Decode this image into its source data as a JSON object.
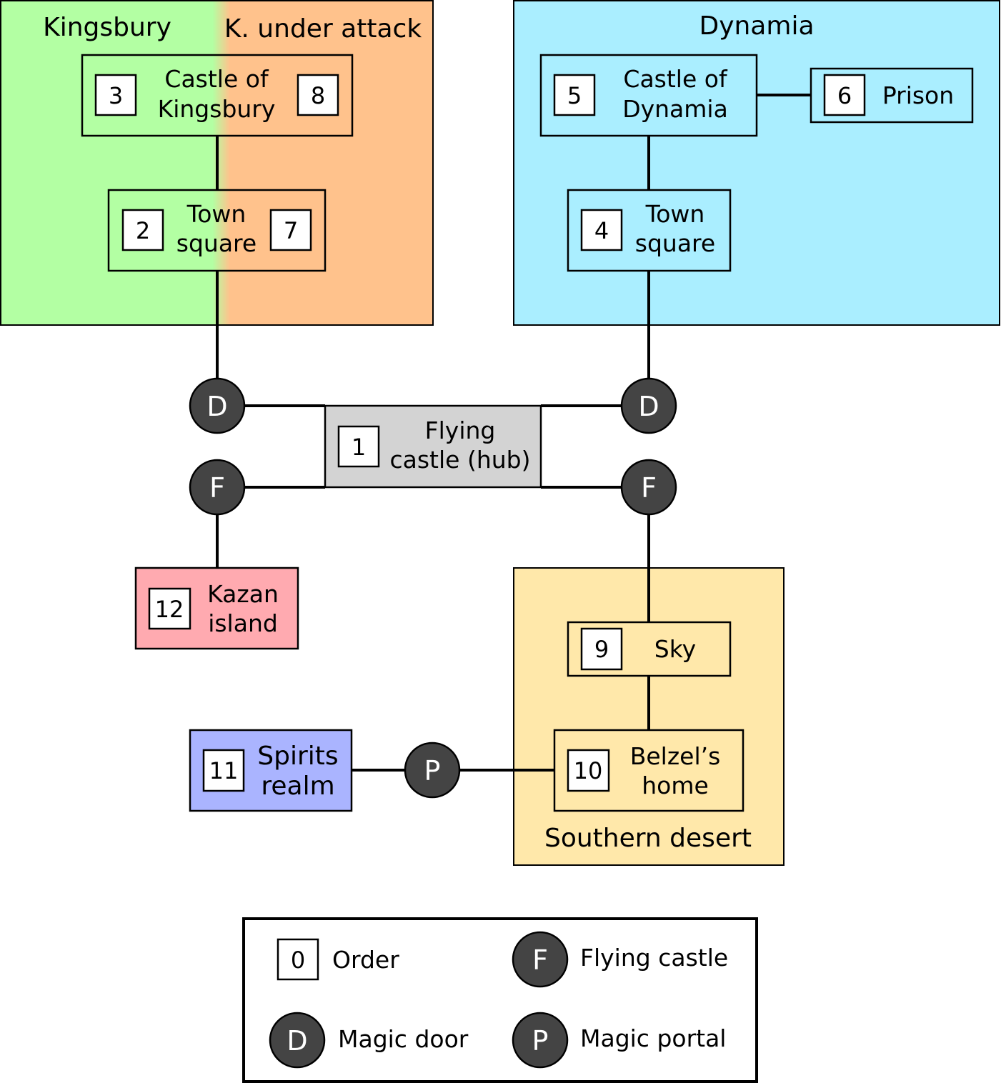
{
  "regions": {
    "kingsbury": {
      "label": "Kingsbury"
    },
    "kingsbury_attack": {
      "label": "K. under attack"
    },
    "dynamia": {
      "label": "Dynamia"
    },
    "southern_desert": {
      "label": "Southern desert"
    }
  },
  "locations": {
    "castle_kingsbury": {
      "line1": "Castle of",
      "line2": "Kingsbury",
      "order_a": "3",
      "order_b": "8"
    },
    "town_square_kingsbury": {
      "line1": "Town",
      "line2": "square",
      "order_a": "2",
      "order_b": "7"
    },
    "castle_dynamia": {
      "line1": "Castle of",
      "line2": "Dynamia",
      "order": "5"
    },
    "prison": {
      "label": "Prison",
      "order": "6"
    },
    "town_square_dynamia": {
      "line1": "Town",
      "line2": "square",
      "order": "4"
    },
    "flying_castle_hub": {
      "line1": "Flying",
      "line2": "castle (hub)",
      "order": "1"
    },
    "kazan_island": {
      "line1": "Kazan",
      "line2": "island",
      "order": "12"
    },
    "sky": {
      "label": "Sky",
      "order": "9"
    },
    "belzel_home": {
      "line1": "Belzel’s",
      "line2": "home",
      "order": "10"
    },
    "spirits_realm": {
      "line1": "Spirits",
      "line2": "realm",
      "order": "11"
    }
  },
  "connectors": {
    "magic_door_letter": "D",
    "flying_castle_letter": "F",
    "magic_portal_letter": "P"
  },
  "legend": {
    "order_symbol": "0",
    "order_label": "Order",
    "flying_castle_symbol": "F",
    "flying_castle_label": "Flying castle",
    "magic_door_symbol": "D",
    "magic_door_label": "Magic door",
    "magic_portal_symbol": "P",
    "magic_portal_label": "Magic portal"
  },
  "colors": {
    "kingsbury": "#b3ffa3",
    "kingsbury_attack": "#ffc28c",
    "dynamia": "#aaeeff",
    "hub": "#d3d3d3",
    "kazan": "#ffaab0",
    "spirits": "#aab4ff",
    "desert": "#ffe8aa",
    "connector": "#444444"
  }
}
